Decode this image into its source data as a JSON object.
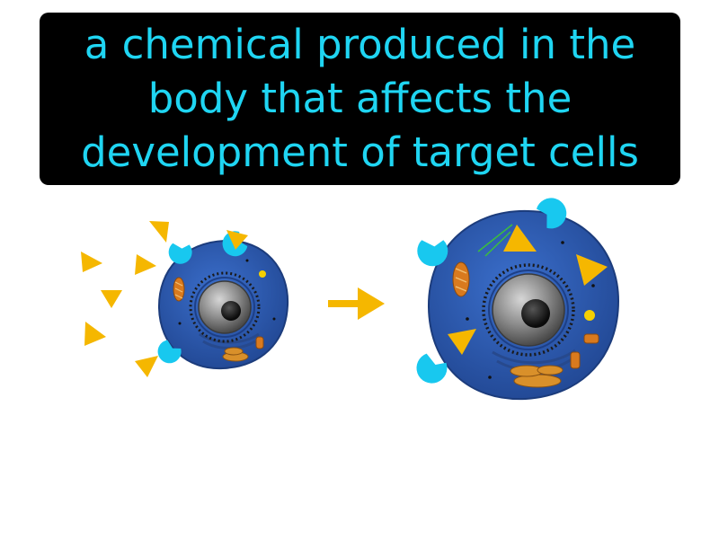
{
  "definition": {
    "lines": [
      "a chemical produced in the",
      "body that affects the",
      "development of target cells"
    ]
  },
  "colors": {
    "caption_background": "#000000",
    "caption_text": "#1fd5f2",
    "cell_membrane": "#2a56a8",
    "cell_cytoplasm": "#2f5fb8",
    "nucleus": "#8a8a8a",
    "nucleolus": "#141414",
    "hormone": "#f5b700",
    "receptor": "#18c8ef",
    "arrow": "#f5b700",
    "mitochondria": "#d97a1e",
    "golgi": "#d9902a"
  },
  "icons": {
    "hormone": "triangle",
    "receptor": "pac-shape",
    "arrow": "right-arrow"
  }
}
